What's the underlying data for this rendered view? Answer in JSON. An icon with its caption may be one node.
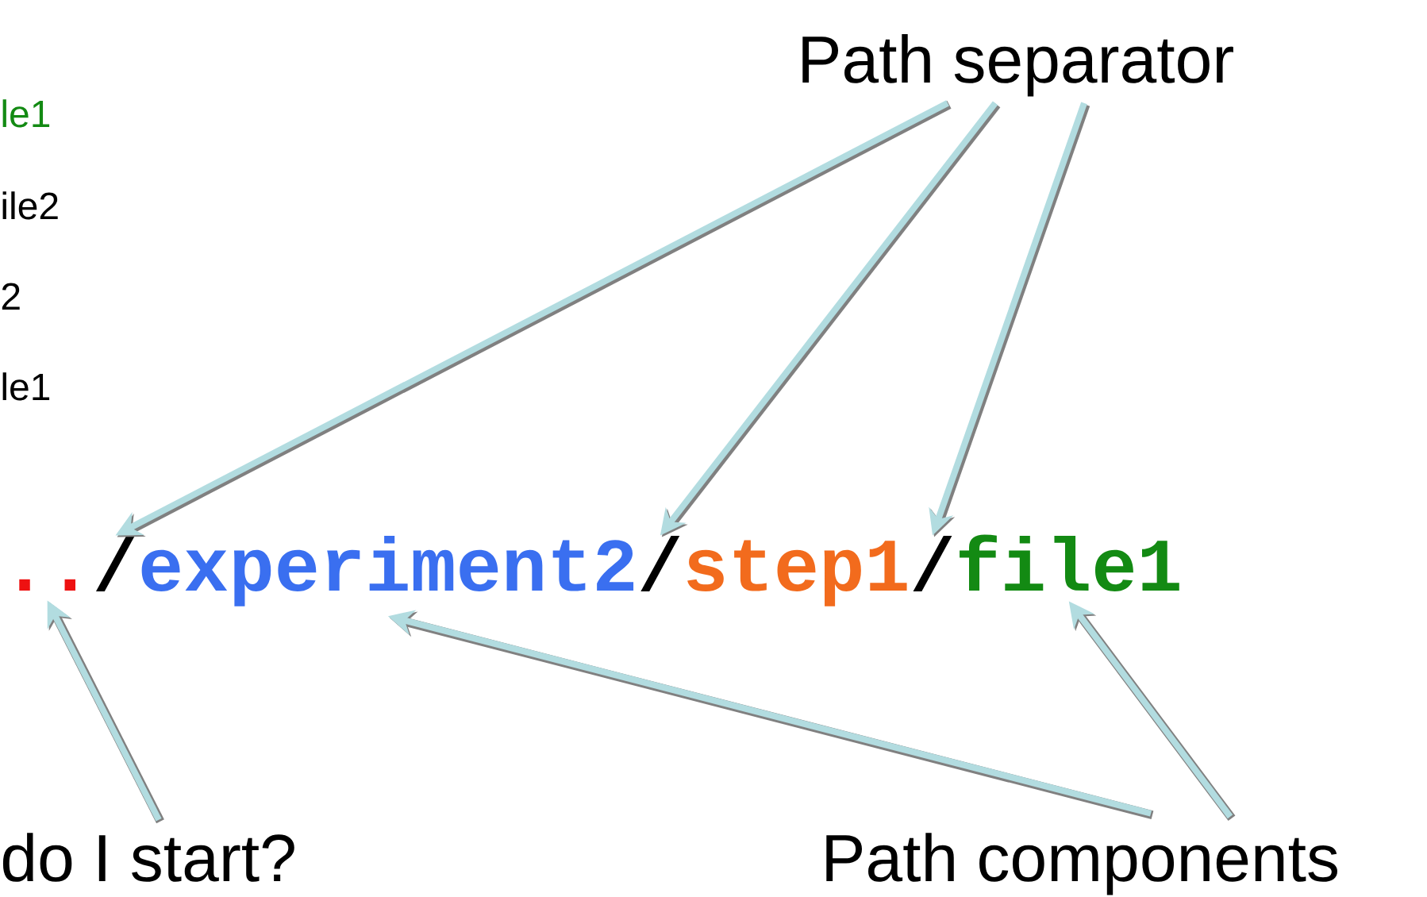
{
  "diagram": {
    "nodes": [
      {
        "text": [
          "Path separator"
        ]
      },
      {
        "text": [
          ".."
        ]
      },
      {
        "text": [
          "/"
        ]
      },
      {
        "text": [
          "experiment2"
        ]
      },
      {
        "text": [
          "/"
        ]
      },
      {
        "text": [
          "step1"
        ]
      },
      {
        "text": [
          "/"
        ]
      },
      {
        "text": [
          "file1"
        ]
      },
      {
        "text": [
          "do I start?"
        ]
      },
      {
        "text": [
          "Path components"
        ]
      }
    ],
    "edges": [
      {
        "from": 0,
        "to": 2,
        "arrow": "to"
      },
      {
        "from": 0,
        "to": 4,
        "arrow": "to"
      },
      {
        "from": 0,
        "to": 6,
        "arrow": "to"
      },
      {
        "from": 8,
        "to": 1,
        "arrow": "to"
      },
      {
        "from": 9,
        "to": 3,
        "arrow": "to"
      },
      {
        "from": 9,
        "to": 7,
        "arrow": "to"
      }
    ],
    "labels": [
      "le1",
      "ile2",
      "2",
      "le1"
    ]
  }
}
